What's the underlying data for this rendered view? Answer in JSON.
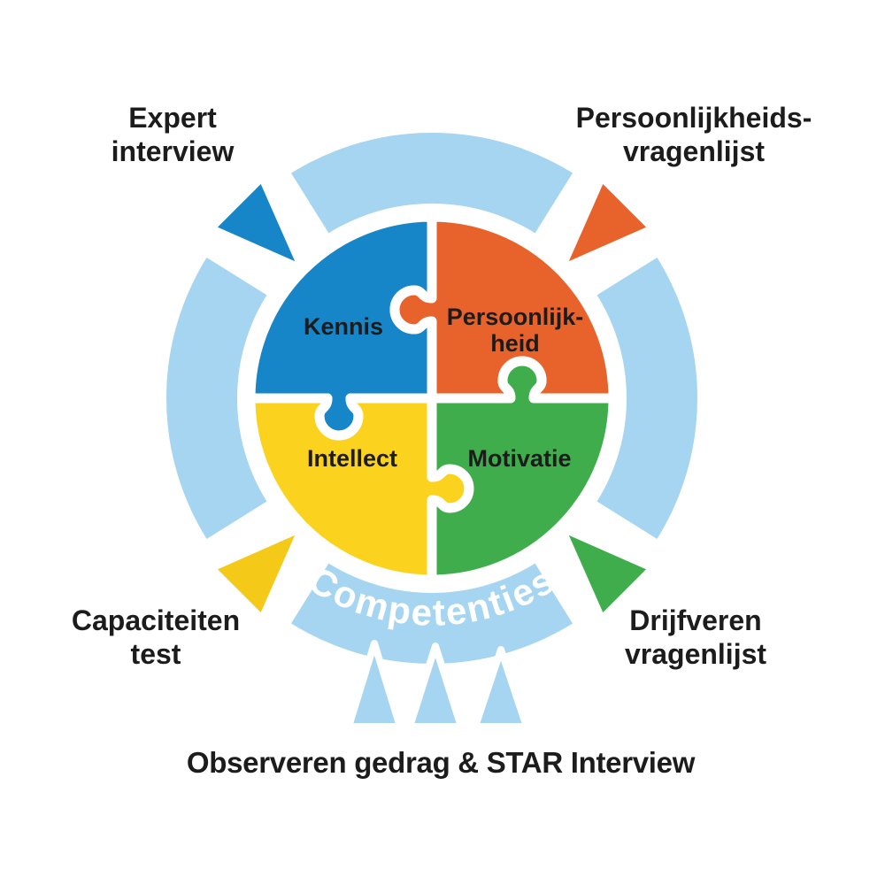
{
  "diagram_title": "Competenties puzzle diagram",
  "ring": {
    "label": "Competenties",
    "color": "#A6D5F1"
  },
  "pieces": {
    "kennis": {
      "label": "Kennis",
      "color": "#1786C8",
      "position": "top-left"
    },
    "persoonlijkheid": {
      "line1": "Persoonlijk-",
      "line2": "heid",
      "color": "#E8632B",
      "position": "top-right"
    },
    "intellect": {
      "label": "Intellect",
      "color": "#FBD31E",
      "position": "bottom-left"
    },
    "motivatie": {
      "label": "Motivatie",
      "color": "#3FAD4C",
      "position": "bottom-right"
    }
  },
  "outer_labels": {
    "expert_interview": "Expert\ninterview",
    "persoonlijkheids_vragenlijst": "Persoonlijkheids-\nvragenlijst",
    "capaciteiten_test": "Capaciteiten\ntest",
    "drijfveren_vragenlijst": "Drijfveren\nvragenlijst",
    "observeren": "Observeren gedrag & STAR Interview"
  },
  "arrows": [
    {
      "from_label": "Expert interview",
      "to_piece": "Kennis",
      "color": "#1786C8",
      "direction": "inward-from-top-left"
    },
    {
      "from_label": "Persoonlijkheids-vragenlijst",
      "to_piece": "Persoonlijkheid",
      "color": "#E8632B",
      "direction": "inward-from-top-right"
    },
    {
      "from_label": "Capaciteiten test",
      "to_piece": "Intellect",
      "color": "#F5C918",
      "direction": "inward-from-bottom-left"
    },
    {
      "from_label": "Drijfveren vragenlijst",
      "to_piece": "Motivatie",
      "color": "#3FAD4C",
      "direction": "inward-from-bottom-right"
    }
  ],
  "observation_triangles": {
    "count": 3,
    "color": "#A6D5F1"
  }
}
